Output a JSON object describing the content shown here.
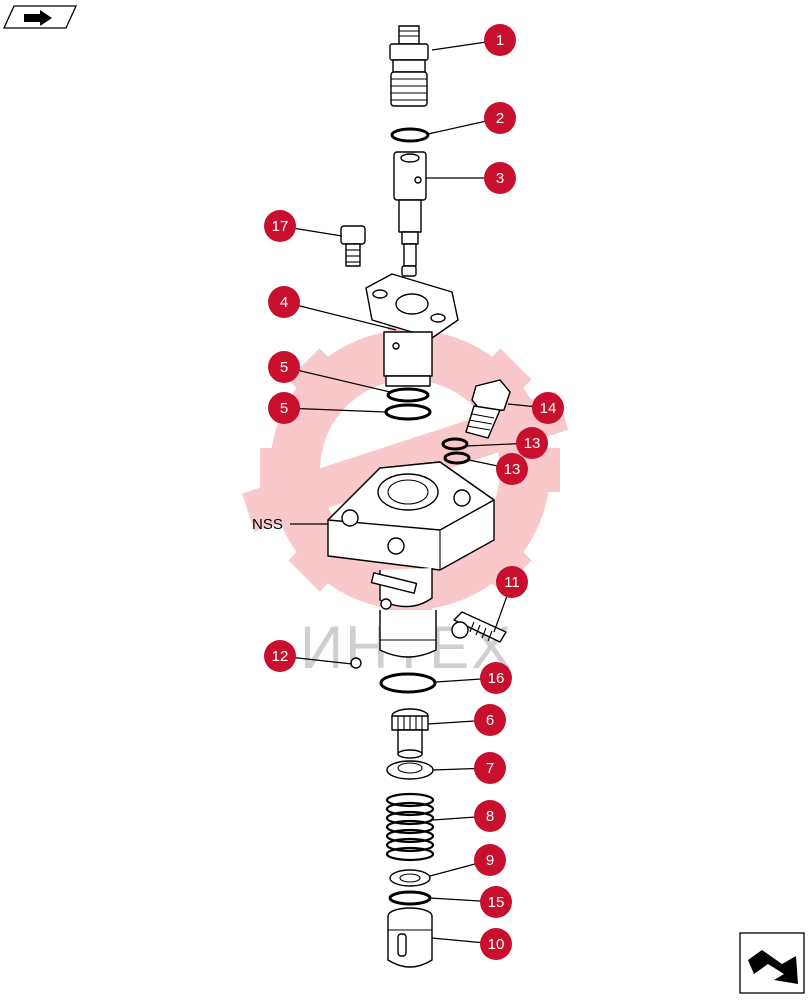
{
  "watermark": {
    "text": "ИНТЕХ",
    "gear_color": "#f9c8cb",
    "text_color": "#cfcfcf"
  },
  "callout_color": "#c8102e",
  "callouts": [
    {
      "id": "c1",
      "label": "1"
    },
    {
      "id": "c2",
      "label": "2"
    },
    {
      "id": "c3",
      "label": "3"
    },
    {
      "id": "c17",
      "label": "17"
    },
    {
      "id": "c4",
      "label": "4"
    },
    {
      "id": "c5a",
      "label": "5"
    },
    {
      "id": "c5b",
      "label": "5"
    },
    {
      "id": "c14",
      "label": "14"
    },
    {
      "id": "c13a",
      "label": "13"
    },
    {
      "id": "c13b",
      "label": "13"
    },
    {
      "id": "c11",
      "label": "11"
    },
    {
      "id": "c12",
      "label": "12"
    },
    {
      "id": "c16",
      "label": "16"
    },
    {
      "id": "c6",
      "label": "6"
    },
    {
      "id": "c7",
      "label": "7"
    },
    {
      "id": "c8",
      "label": "8"
    },
    {
      "id": "c9",
      "label": "9"
    },
    {
      "id": "c15",
      "label": "15"
    },
    {
      "id": "c10",
      "label": "10"
    }
  ],
  "nss_label": "NSS",
  "nav": {
    "top_left_icon": "back-arrow-icon",
    "bottom_right_icon": "next-page-arrow-icon"
  }
}
